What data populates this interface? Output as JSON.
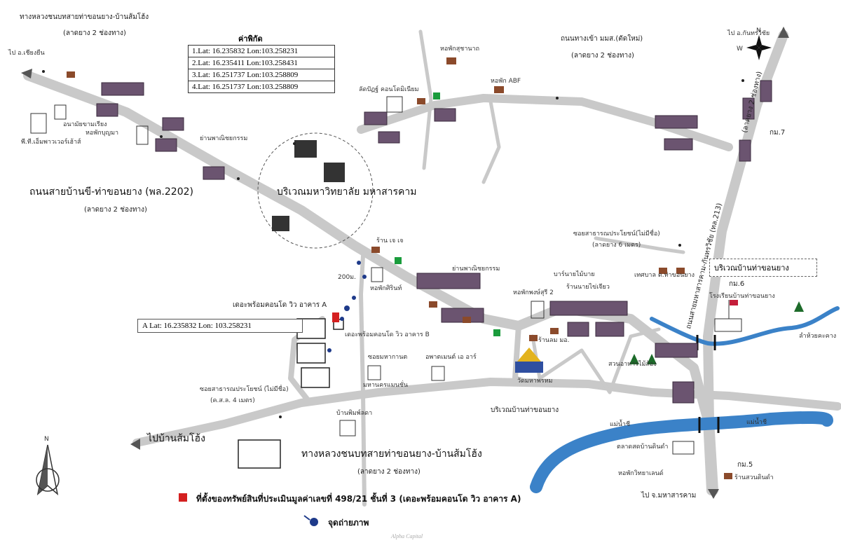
{
  "coords": {
    "title": "ค่าพิกัด",
    "rows": [
      "1.Lat: 16.235832 Lon:103.258231",
      "2.Lat: 16.235411 Lon:103.258431",
      "3.Lat: 16.251737 Lon:103.258809",
      "4.Lat: 16.251737 Lon:103.258809"
    ]
  },
  "point_a": "A Lat: 16.235832 Lon: 103.258231",
  "area_box": "บริเวณบ้านท่าขอนยาง",
  "roads": {
    "top_left_name": "ทางหลวงชนบทสายท่าขอนยาง-บ้านส้มโฮ้ง",
    "top_left_sub": "(ลาดยาง 2 ช่องทาง)",
    "main_name": "ถนนสายบ้านขี-ท่าขอนยาง (พล.2202)",
    "main_sub": "(ลาดยาง 2 ช่องทาง)",
    "msu_name": "ถนนทางเข้า มมส.(ตัดใหม่)",
    "msu_sub": "(ลาดยาง 2 ช่องทาง)",
    "kantharawichai": "ถนนสายมหาสารคาม-กันทรวิชัย (ทล.213)",
    "kantharawichai_sub": "(ลาดยาง 2 ช่องทาง)",
    "bottom_name": "ทางหลวงชนบทสายท่าขอนยาง-บ้านส้มโฮ้ง",
    "bottom_sub": "(ลาดยาง 2 ช่องทาง)",
    "soi_public": "ซอยสาธารณประโยชน์ (ไม่มีชื่อ)",
    "soi_public_sub": "(ค.ส.ล. 4 เมตร)",
    "soi_public_right": "ซอยสาธารณประโยชน์(ไม่มีชื่อ)",
    "soi_public_right_sub": "(ลาดยาง 6 เมตร)"
  },
  "directions": {
    "to_chiang_yuen": "ไป อ.เชียงยืน",
    "to_kantharawichai": "ไป อ.กันทรวิชัย",
    "to_som_hong": "ไปบ้านส้มโฮ้ง",
    "to_maha_sarakham": "ไป จ.มหาสารคาม"
  },
  "places": {
    "university": "บริเวณมหาวิทยาลัย มหาสารคาม",
    "dorm_suchanat": "หอพักสุชานาถ",
    "dorm_abf": "หอพัก ABF",
    "dorm_boonma": "หอพักบุญมา",
    "pt_mart": "พี.ที.เอ็มพาวเวอร์เฮ้าส์",
    "anamai": "อนามัยขามเรียง",
    "market_top": "ย่านพาณิชยกรรม",
    "market_mid": "ย่านพาณิชยกรรม",
    "condo_pruksa": "ลัดปัฏฐ์ คอนโดมิเนียม",
    "restaurant": "ร้าน เจ เจ",
    "distance": "200ม.",
    "dorm_sirin": "หอพักศิรินท์",
    "condo_a": "เดอะพร้อมคอนโด วิว อาคาร A",
    "condo_b": "เดอะพร้อมคอนโด วิว อาคาร B",
    "soi_kan": "ซอยมหากานต",
    "apartment": "อพาตเมนต์ เอ อาร์",
    "mansion": "มหานครแมนชั่น",
    "ban_phimpha": "บ้านพิมพ์ลดา",
    "dorm_pong": "หอพักพงษ์สุรี 2",
    "bar_nai": "บาร์นายไม้บาย",
    "shop_nai": "ร้านนายไข่เจียว",
    "shop_mo": "ร้านลม มอ.",
    "wat": "วัดมหาพรหม",
    "garden": "สวนอาหารไม้ส้อง",
    "tambon": "เทศบาล ต.ท่าขอนยาง",
    "school": "โรงเรียนบ้านท่าขอนยาง",
    "ban_tha": "บริเวณบ้านท่าขอนยาง",
    "market_local": "ตลาดสดบ้านดินดำ",
    "dorm_bottom": "หอพักวิทยาเลนด์",
    "shop_din": "ร้านสวนดินดำ",
    "km7": "กม.7",
    "km6": "กม.6",
    "km5": "กม.5",
    "river": "แม่น้ำชี",
    "river2": "แม่น้ำชี",
    "stream": "ลำห้วยคะคาง"
  },
  "legend": {
    "property": "ที่ตั้งของทรัพย์สินที่ประเมินมูลค่าเลขที่ 498/21 ชั้นที่ 3 (เดอะพร้อมคอนโด วิว อาคาร A)",
    "photo": "จุดถ่ายภาพ"
  },
  "credit": "Alpha Capital",
  "colors": {
    "road": "#c9c9c9",
    "river": "#3b82c8",
    "marker": "#d42020",
    "photo": "#1e3a8a"
  }
}
